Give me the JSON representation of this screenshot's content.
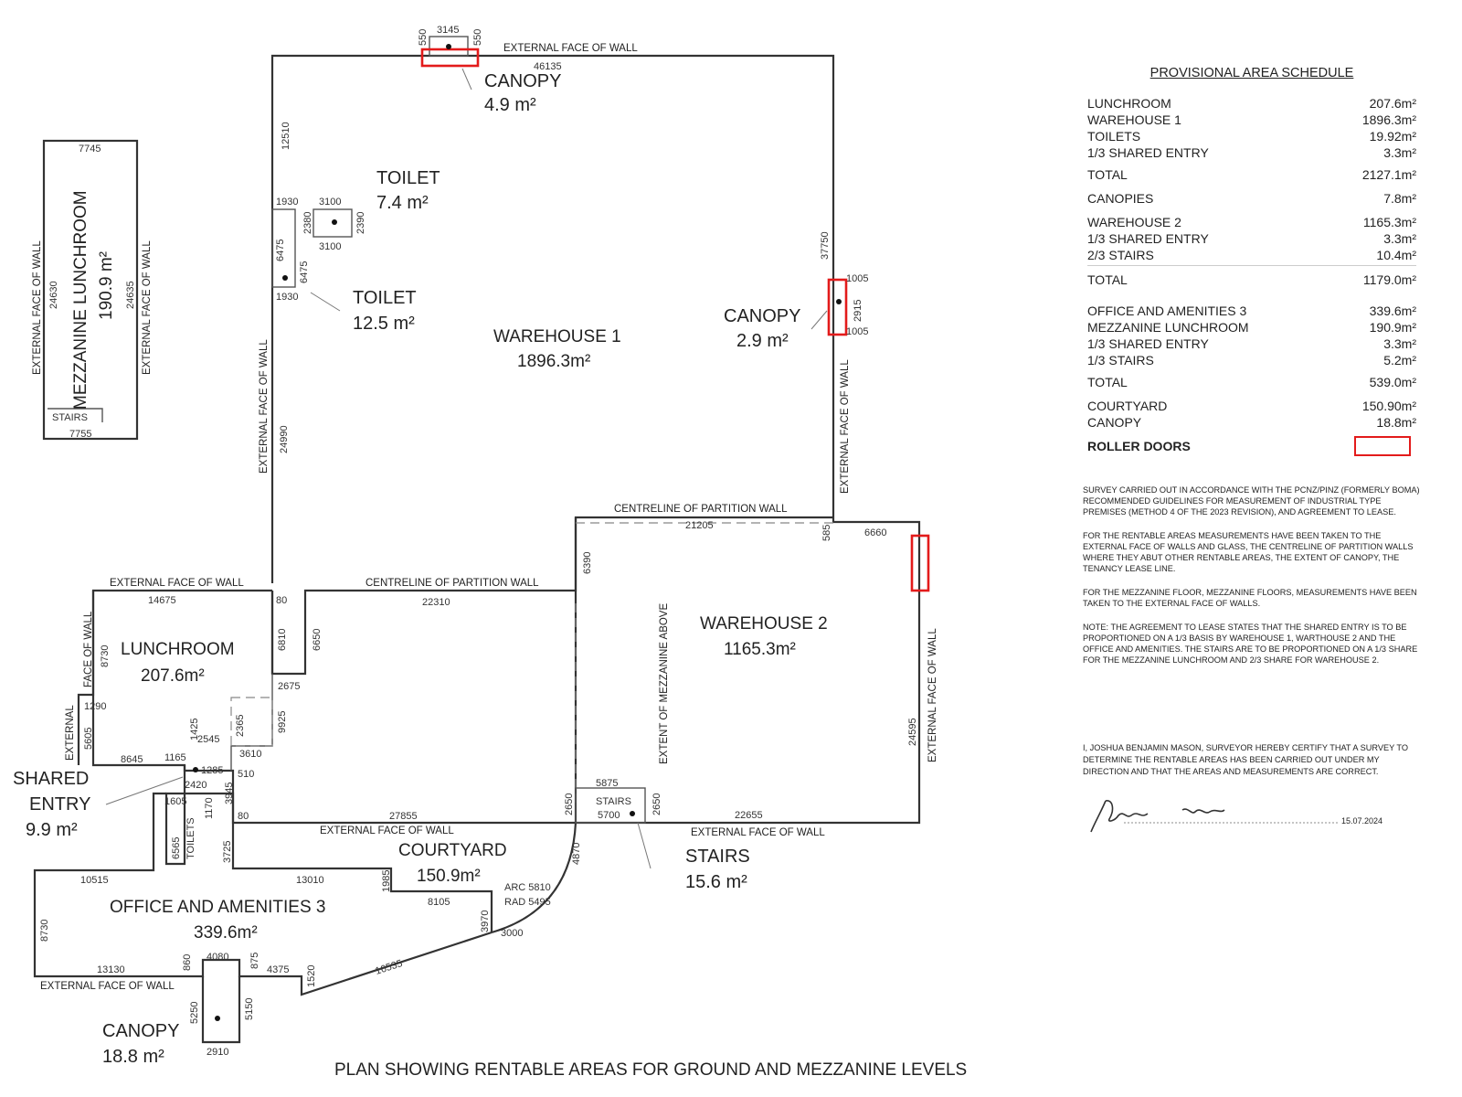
{
  "title": "PLAN SHOWING RENTABLE AREAS FOR GROUND AND MEZZANINE LEVELS",
  "accent_color": "#e31b1b",
  "areas": {
    "warehouse1": {
      "name": "WAREHOUSE 1",
      "area": "1896.3m²"
    },
    "warehouse2": {
      "name": "WAREHOUSE 2",
      "area": "1165.3m²"
    },
    "lunchroom": {
      "name": "LUNCHROOM",
      "area": "207.6m²"
    },
    "office": {
      "name": "OFFICE AND AMENITIES 3",
      "area": "339.6m²"
    },
    "courtyard": {
      "name": "COURTYARD",
      "area": "150.9m²"
    },
    "canopy_top": {
      "name": "CANOPY",
      "area": "4.9 m²"
    },
    "canopy_right": {
      "name": "CANOPY",
      "area": "2.9 m²"
    },
    "canopy_bottom": {
      "name": "CANOPY",
      "area": "18.8 m²"
    },
    "toilet1": {
      "name": "TOILET",
      "area": "7.4 m²"
    },
    "toilet2": {
      "name": "TOILET",
      "area": "12.5 m²"
    },
    "shared_entry": {
      "name1": "SHARED",
      "name2": "ENTRY",
      "area": "9.9 m²"
    },
    "stairs": {
      "name": "STAIRS",
      "area": "15.6 m²"
    },
    "mezzanine": {
      "name": "MEZZANINE LUNCHROOM",
      "area": "190.9 m²"
    }
  },
  "wall_labels": {
    "external": "EXTERNAL FACE OF WALL",
    "partition": "CENTRELINE OF PARTITION WALL",
    "face": "FACE OF WALL",
    "external_short": "EXTERNAL",
    "mezz_extent": "EXTENT OF MEZZANINE ABOVE",
    "toilets": "TOILETS",
    "stairs_small": "STAIRS",
    "arc": "ARC 5810",
    "rad": "RAD 5495"
  },
  "dims": {
    "d3145": "3145",
    "d550a": "550",
    "d550b": "550",
    "d46135": "46135",
    "d12510": "12510",
    "d1930a": "1930",
    "d3100a": "3100",
    "d2380": "2380",
    "d2390": "2390",
    "d3100b": "3100",
    "d6475a": "6475",
    "d6475b": "6475",
    "d1930b": "1930",
    "d24990": "24990",
    "d37750": "37750",
    "d1005a": "1005",
    "d2915": "2915",
    "d1005b": "1005",
    "d21205": "21205",
    "d585": "585",
    "d6660": "6660",
    "d6390": "6390",
    "d22310": "22310",
    "d14675": "14675",
    "d80a": "80",
    "d6810": "6810",
    "d6650": "6650",
    "d8730a": "8730",
    "d1290": "1290",
    "d5605": "5605",
    "d2675": "2675",
    "d9925": "9925",
    "d1425": "1425",
    "d2545": "2545",
    "d2365": "2365",
    "d3610": "3610",
    "d8645": "8645",
    "d1165": "1165",
    "d1285": "1285",
    "d510": "510",
    "d2420": "2420",
    "d1605": "1605",
    "d1170": "1170",
    "d3945": "3945",
    "d80b": "80",
    "d27855": "27855",
    "d2650a": "2650",
    "d5875": "5875",
    "d5700": "5700",
    "d2650b": "2650",
    "d22655": "22655",
    "d24595": "24595",
    "d6565": "6565",
    "d10515": "10515",
    "d3725": "3725",
    "d13010": "13010",
    "d1985": "1985",
    "d8105": "8105",
    "d4870": "4870",
    "d3970": "3970",
    "d3000": "3000",
    "d8730b": "8730",
    "d13130": "13130",
    "d860": "860",
    "d4080": "4080",
    "d875": "875",
    "d4375": "4375",
    "d1520": "1520",
    "d16535": "16535",
    "d5250": "5250",
    "d5150": "5150",
    "d2910": "2910",
    "d7745": "7745",
    "d24630": "24630",
    "d24635": "24635",
    "d7755": "7755"
  },
  "schedule": {
    "title": "PROVISIONAL AREA SCHEDULE",
    "group1": [
      {
        "label": "LUNCHROOM",
        "value": "207.6m²"
      },
      {
        "label": "WAREHOUSE 1",
        "value": "1896.3m²"
      },
      {
        "label": "TOILETS",
        "value": "19.92m²"
      },
      {
        "label": "1/3 SHARED ENTRY",
        "value": "3.3m²"
      }
    ],
    "total1": {
      "label": "TOTAL",
      "value": "2127.1m²"
    },
    "canopies": {
      "label": "CANOPIES",
      "value": "7.8m²"
    },
    "group2": [
      {
        "label": "WAREHOUSE 2",
        "value": "1165.3m²"
      },
      {
        "label": "1/3 SHARED ENTRY",
        "value": "3.3m²"
      },
      {
        "label": "2/3 STAIRS",
        "value": "10.4m²"
      }
    ],
    "total2": {
      "label": "TOTAL",
      "value": "1179.0m²"
    },
    "group3": [
      {
        "label": "OFFICE AND AMENITIES 3",
        "value": "339.6m²"
      },
      {
        "label": "MEZZANINE LUNCHROOM",
        "value": "190.9m²"
      },
      {
        "label": "1/3 SHARED ENTRY",
        "value": "3.3m²"
      },
      {
        "label": "1/3 STAIRS",
        "value": "5.2m²"
      }
    ],
    "total3": {
      "label": "TOTAL",
      "value": "539.0m²"
    },
    "group4": [
      {
        "label": "COURTYARD",
        "value": "150.90m²"
      },
      {
        "label": "CANOPY",
        "value": "18.8m²"
      }
    ],
    "legend_label": "ROLLER DOORS"
  },
  "notes": {
    "n1": "Survey carried out in accordance with the PCNZ/PINZ (formerly BOMA) recommended guidelines for measurement of industrial type premises (method 4 of the 2023 revision), and agreement to lease.",
    "n2": "For the rentable areas measurements have been taken to the external face of walls and glass, the centreline of partition walls where they abut other rentable areas, the extent of canopy, the tenancy lease line.",
    "n3": "For the mezzanine floor, mezzanine floors, measurements have been taken to the external face of walls.",
    "n4": "Note: the agreement to lease states that the shared entry is to be proportioned on a 1/3 basis by warehouse 1, warthouse 2 and the office and amenities. The stairs are to be proportioned on a 1/3 share for the mezzanine lunchroom and 2/3 share for warehouse 2.",
    "cert": "I, Joshua Benjamin Mason, surveyor hereby certify that a survey to determine the rentable areas has been carried out under my direction and that the areas and measurements are correct.",
    "date": "15.07.2024"
  }
}
